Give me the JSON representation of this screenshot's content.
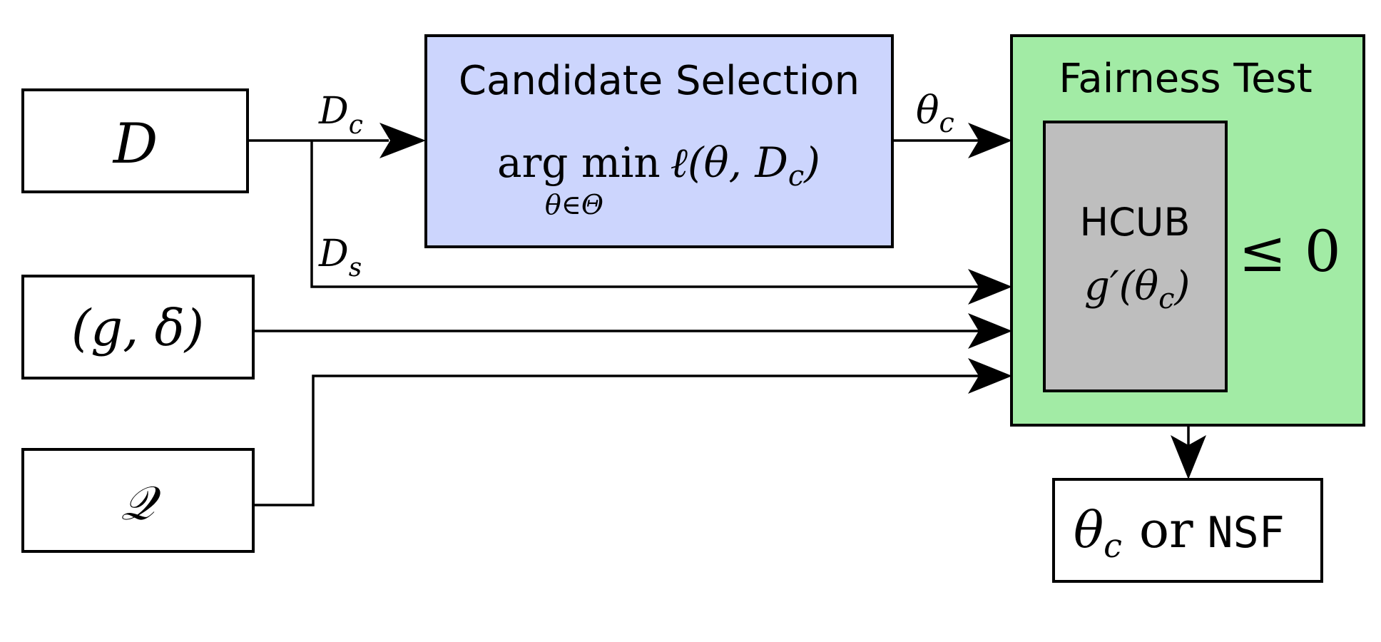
{
  "inputs": {
    "d": "D",
    "g_delta": "(g, δ)",
    "q": "𝒬"
  },
  "labels": {
    "dc_main": "D",
    "dc_sub": "c",
    "ds_main": "D",
    "ds_sub": "s",
    "theta_main": "θ",
    "theta_sub": "c"
  },
  "candidate": {
    "title": "Candidate Selection",
    "argmin": "arg min",
    "loss": "ℓ(θ, D",
    "loss_sub": "c",
    "loss_close": ")",
    "subscript": "θ∈Θ"
  },
  "fairness": {
    "title": "Fairness Test",
    "hcub": "HCUB",
    "g_prime": "g′(θ",
    "g_sub": "c",
    "g_close": ")",
    "leq": "≤ 0"
  },
  "output": {
    "theta_main": "θ",
    "theta_sub": "c",
    "or_text": "or",
    "nsf": "NSF"
  },
  "colors": {
    "candidate_fill": "#ccd5fd",
    "fairness_fill": "#a2eba5",
    "hcub_fill": "#bebebe"
  }
}
